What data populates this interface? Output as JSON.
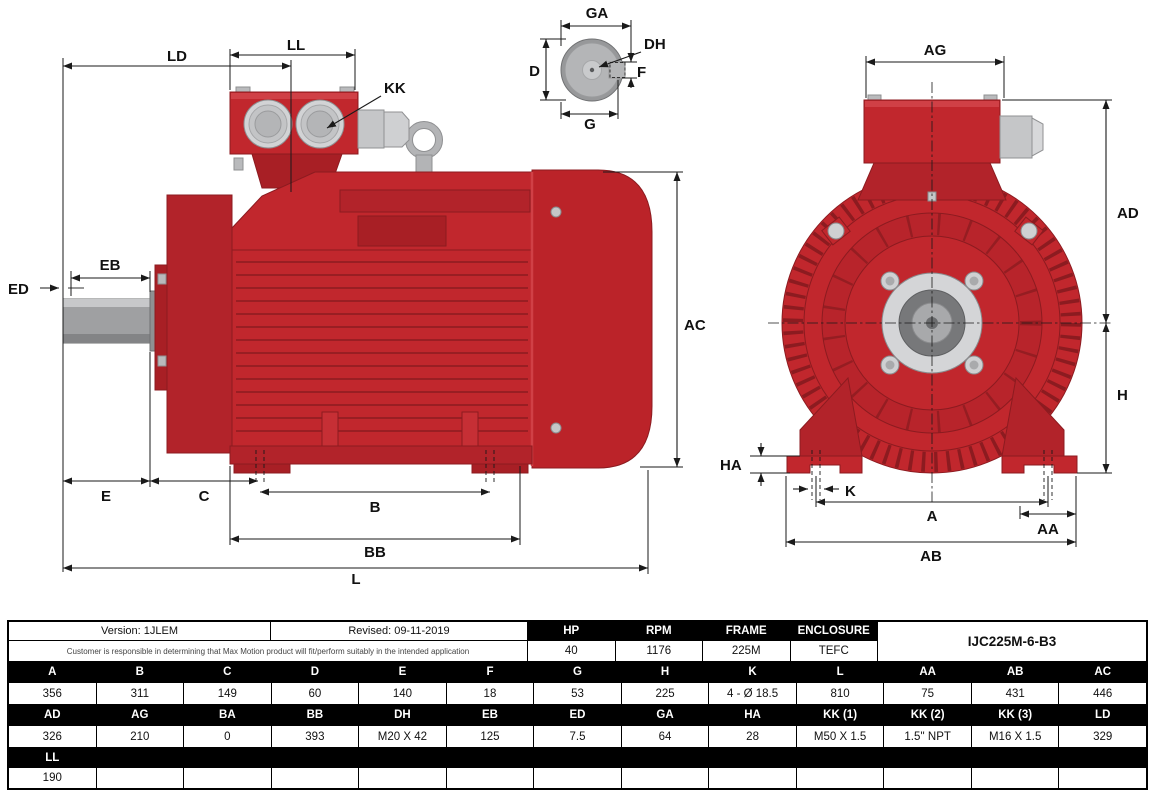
{
  "drawing": {
    "labels": {
      "ld": "LD",
      "ll": "LL",
      "kk": "KK",
      "ed": "ED",
      "eb": "EB",
      "ac": "AC",
      "e": "E",
      "c": "C",
      "b": "B",
      "bb": "BB",
      "l": "L",
      "ga": "GA",
      "dh": "DH",
      "d": "D",
      "f": "F",
      "g": "G",
      "ag": "AG",
      "ad": "AD",
      "h": "H",
      "ha": "HA",
      "k": "K",
      "a": "A",
      "aa": "AA",
      "ab": "AB"
    },
    "colors": {
      "motor_red": "#c1272d",
      "motor_red_dark": "#a81f25",
      "motor_red_mid": "#b2232a",
      "edge_red": "#8c1b20",
      "metal_gray": "#b4b5b7",
      "line": "#1a1a1a"
    }
  },
  "table": {
    "version": "Version: 1JLEM",
    "revised": "Revised: 09-11-2019",
    "disclaimer": "Customer is responsible in determining that Max Motion product will fit/perform suitably in the intended application",
    "model": "IJC225M-6-B3",
    "spec_headers": [
      "HP",
      "RPM",
      "FRAME",
      "ENCLOSURE"
    ],
    "spec_values": [
      "40",
      "1176",
      "225M",
      "TEFC"
    ],
    "dim_header_row1": [
      "A",
      "B",
      "C",
      "D",
      "E",
      "F",
      "G",
      "H",
      "K",
      "L",
      "AA",
      "AB",
      "AC"
    ],
    "dim_value_row1": [
      "356",
      "311",
      "149",
      "60",
      "140",
      "18",
      "53",
      "225",
      "4 - Ø 18.5",
      "810",
      "75",
      "431",
      "446"
    ],
    "dim_header_row2": [
      "AD",
      "AG",
      "BA",
      "BB",
      "DH",
      "EB",
      "ED",
      "GA",
      "HA",
      "KK (1)",
      "KK (2)",
      "KK (3)",
      "LD"
    ],
    "dim_value_row2": [
      "326",
      "210",
      "0",
      "393",
      "M20 X 42",
      "125",
      "7.5",
      "64",
      "28",
      "M50 X 1.5",
      "1.5'' NPT",
      "M16 X 1.5",
      "329"
    ],
    "dim_header_row3": [
      "LL",
      "",
      "",
      "",
      "",
      "",
      "",
      "",
      "",
      "",
      "",
      "",
      ""
    ],
    "dim_value_row3": [
      "190",
      "",
      "",
      "",
      "",
      "",
      "",
      "",
      "",
      "",
      "",
      "",
      ""
    ]
  }
}
